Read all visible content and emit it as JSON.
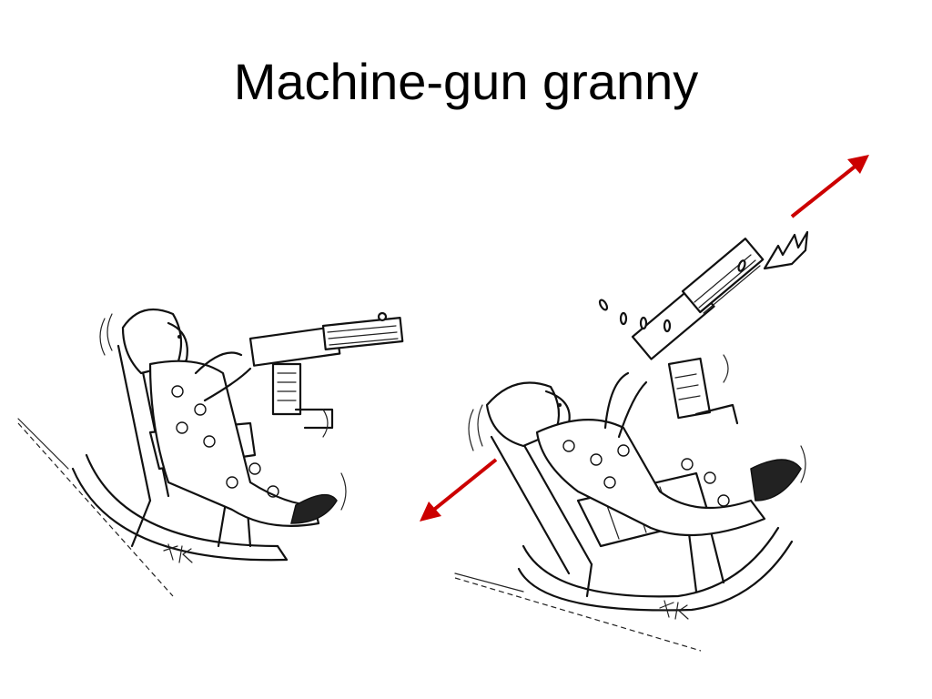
{
  "slide": {
    "title": "Machine-gun granny"
  },
  "colors": {
    "background": "#ffffff",
    "ink": "#111111",
    "arrow": "#cc0000"
  },
  "figures": [
    {
      "name": "granny-at-rest",
      "signature": ""
    },
    {
      "name": "granny-firing",
      "signature": ""
    }
  ]
}
